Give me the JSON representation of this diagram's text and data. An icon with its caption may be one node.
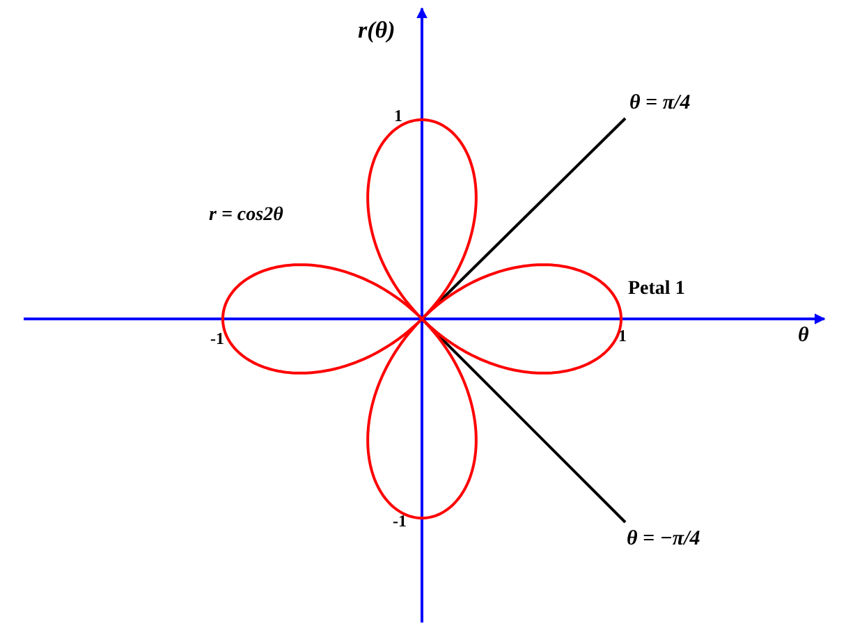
{
  "diagram": {
    "labels": [
      "r(θ)",
      "θ = π/4",
      "1",
      "r = cos2θ",
      "Petal 1",
      "-1",
      "1",
      "θ",
      "-1",
      "θ = −π/4"
    ]
  }
}
